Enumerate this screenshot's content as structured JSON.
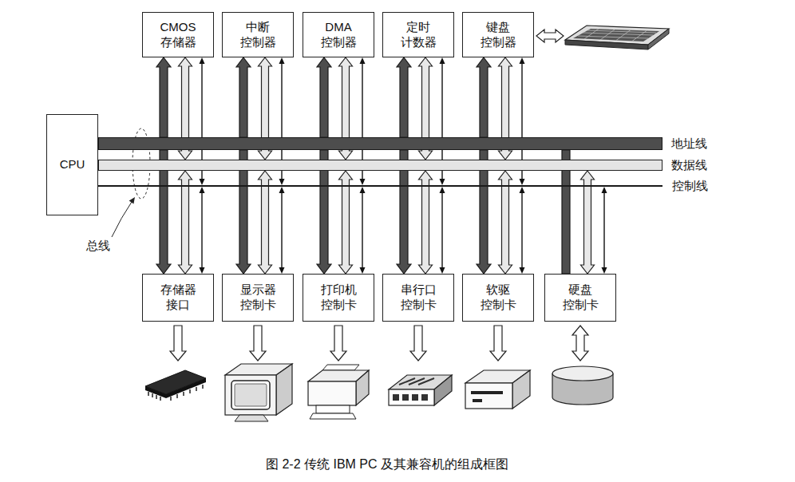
{
  "diagram": {
    "caption": "图 2-2 传统 IBM PC 及其兼容机的组成框图",
    "nodes": [
      {
        "text": [
          "CMOS 存储器"
        ]
      },
      {
        "text": [
          "中断 控制器"
        ]
      },
      {
        "text": [
          "DMA 控制器"
        ]
      },
      {
        "text": [
          "定时 计数器"
        ]
      },
      {
        "text": [
          "键盘 控制器"
        ]
      },
      {
        "text": [
          "CPU"
        ]
      },
      {
        "text": [
          "地址线"
        ]
      },
      {
        "text": [
          "数据线"
        ]
      },
      {
        "text": [
          "控制线"
        ]
      },
      {
        "text": [
          "存储器 接口"
        ]
      },
      {
        "text": [
          "显示器 控制卡"
        ]
      },
      {
        "text": [
          "打印机 控制卡"
        ]
      },
      {
        "text": [
          "串行口 控制卡"
        ]
      },
      {
        "text": [
          "软驱 控制卡"
        ]
      },
      {
        "text": [
          "硬盘 控制卡"
        ]
      }
    ],
    "edges": [
      {
        "from": 6,
        "to": 0,
        "arrow": "to"
      },
      {
        "from": 7,
        "to": 0,
        "arrow": "both"
      },
      {
        "from": 8,
        "to": 0,
        "arrow": "both"
      },
      {
        "from": 6,
        "to": 1,
        "arrow": "to"
      },
      {
        "from": 7,
        "to": 1,
        "arrow": "both"
      },
      {
        "from": 8,
        "to": 1,
        "arrow": "both"
      },
      {
        "from": 6,
        "to": 2,
        "arrow": "to"
      },
      {
        "from": 7,
        "to": 2,
        "arrow": "both"
      },
      {
        "from": 8,
        "to": 2,
        "arrow": "both"
      },
      {
        "from": 6,
        "to": 3,
        "arrow": "to"
      },
      {
        "from": 7,
        "to": 3,
        "arrow": "both"
      },
      {
        "from": 8,
        "to": 3,
        "arrow": "both"
      },
      {
        "from": 6,
        "to": 4,
        "arrow": "to"
      },
      {
        "from": 7,
        "to": 4,
        "arrow": "both"
      },
      {
        "from": 8,
        "to": 4,
        "arrow": "both"
      },
      {
        "from": 6,
        "to": 9,
        "arrow": "to"
      },
      {
        "from": 7,
        "to": 9,
        "arrow": "both"
      },
      {
        "from": 8,
        "to": 9,
        "arrow": "both"
      },
      {
        "from": 6,
        "to": 10,
        "arrow": "to"
      },
      {
        "from": 7,
        "to": 10,
        "arrow": "both"
      },
      {
        "from": 8,
        "to": 10,
        "arrow": "both"
      },
      {
        "from": 6,
        "to": 11,
        "arrow": "to"
      },
      {
        "from": 7,
        "to": 11,
        "arrow": "both"
      },
      {
        "from": 8,
        "to": 11,
        "arrow": "both"
      },
      {
        "from": 6,
        "to": 12,
        "arrow": "to"
      },
      {
        "from": 7,
        "to": 12,
        "arrow": "both"
      },
      {
        "from": 8,
        "to": 12,
        "arrow": "both"
      },
      {
        "from": 6,
        "to": 13,
        "arrow": "to"
      },
      {
        "from": 7,
        "to": 13,
        "arrow": "both"
      },
      {
        "from": 8,
        "to": 13,
        "arrow": "both"
      },
      {
        "from": 6,
        "to": 14,
        "arrow": "none"
      },
      {
        "from": 7,
        "to": 14,
        "arrow": "both"
      },
      {
        "from": 8,
        "to": 14,
        "arrow": "both"
      }
    ],
    "labels": [
      "总线"
    ]
  }
}
